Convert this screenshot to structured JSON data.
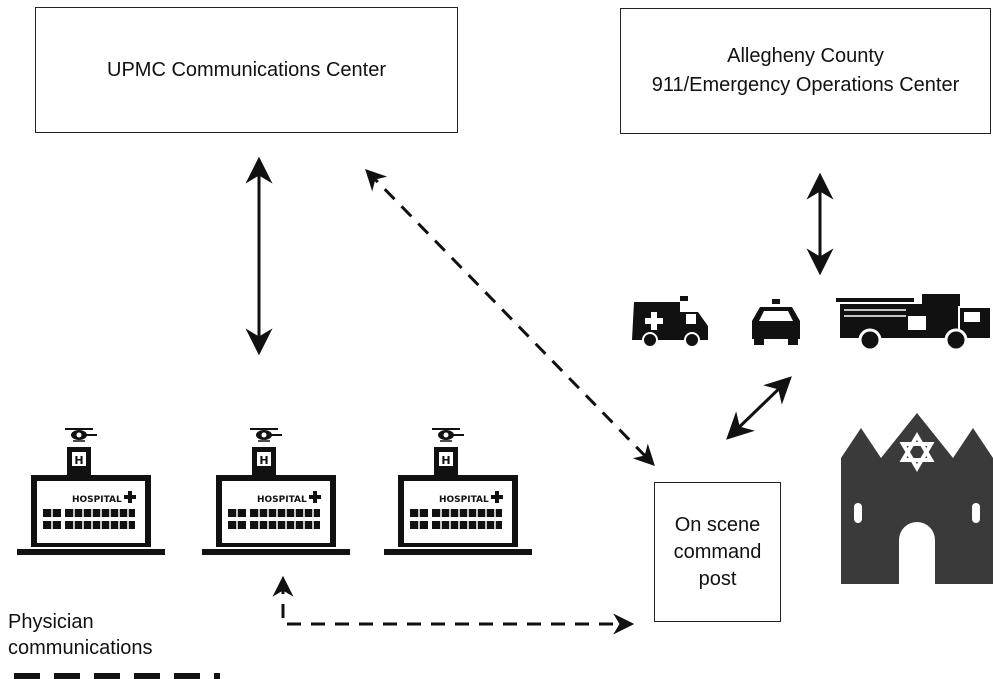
{
  "nodes": {
    "upmc": {
      "label": "UPMC Communications Center"
    },
    "county": {
      "line1": "Allegheny County",
      "line2": "911/Emergency Operations Center"
    },
    "command_post": {
      "line1": "On scene",
      "line2": "command",
      "line3": "post"
    }
  },
  "hospitals": [
    {
      "sign": "HOSPITAL",
      "helipad_letter": "H",
      "icon": "hospital-icon"
    },
    {
      "sign": "HOSPITAL",
      "helipad_letter": "H",
      "icon": "hospital-icon"
    },
    {
      "sign": "HOSPITAL",
      "helipad_letter": "H",
      "icon": "hospital-icon"
    }
  ],
  "vehicles": [
    {
      "icon": "ambulance-icon"
    },
    {
      "icon": "police-car-icon"
    },
    {
      "icon": "fire-truck-icon"
    }
  ],
  "incident_site": {
    "icon": "synagogue-icon"
  },
  "legend": {
    "dashed_label_line1": "Physician",
    "dashed_label_line2": "communications"
  },
  "connections": [
    {
      "from": "upmc",
      "to": "hospitals",
      "style": "solid",
      "direction": "both"
    },
    {
      "from": "upmc",
      "to": "command_post",
      "style": "dashed",
      "direction": "both"
    },
    {
      "from": "county",
      "to": "vehicles",
      "style": "solid",
      "direction": "both"
    },
    {
      "from": "vehicles",
      "to": "command_post",
      "style": "solid",
      "direction": "both"
    },
    {
      "from": "hospitals",
      "to": "command_post",
      "style": "dashed",
      "direction": "both"
    }
  ],
  "colors": {
    "line": "#111111",
    "icon": "#111111",
    "synagogue": "#3a3a3a"
  }
}
